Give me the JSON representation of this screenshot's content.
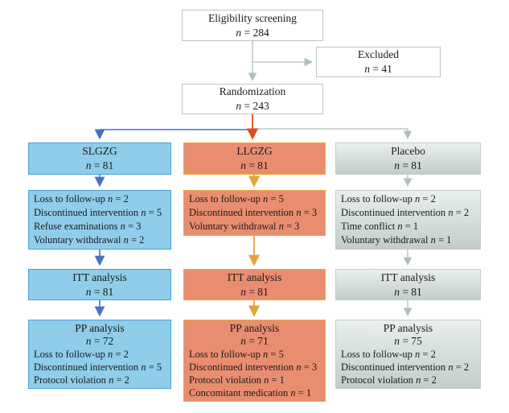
{
  "notation": {
    "n_symbol": "n",
    "equals": " = "
  },
  "colors": {
    "blue_fill": "#8FCDEA",
    "blue_border": "#4BA0D6",
    "blue_arrow": "#4472C4",
    "salmon_fill": "#E98D70",
    "salmon_border": "#EBA93F",
    "amber_arrow": "#E5A33C",
    "red_arrow": "#E04A20",
    "gray_fill_top": "#E9EFED",
    "gray_fill_bottom": "#C2CDCB",
    "gray_border": "#C2CDCB",
    "gray_arrow": "#AFBEBE",
    "plain_border": "#B9C6C6"
  },
  "top": {
    "eligibility": {
      "title": "Eligibility screening",
      "n": "284"
    },
    "excluded": {
      "title": "Excluded",
      "n": "41"
    },
    "randomization": {
      "title": "Randomization",
      "n": "243"
    }
  },
  "columns": [
    {
      "name": "SLGZG",
      "n": "81",
      "theme": "blue",
      "dropouts": [
        {
          "label": "Loss to follow-up",
          "n": "2"
        },
        {
          "label": "Discontinued intervention",
          "n": "5"
        },
        {
          "label": "Refuse examinations",
          "n": "3"
        },
        {
          "label": "Voluntary withdrawal",
          "n": "2"
        }
      ],
      "itt": {
        "title": "ITT analysis",
        "n": "81"
      },
      "pp": {
        "title": "PP analysis",
        "n": "72",
        "items": [
          {
            "label": "Loss to follow-up",
            "n": "2"
          },
          {
            "label": "Discontinued intervention",
            "n": "5"
          },
          {
            "label": "Protocol violation",
            "n": "2"
          }
        ]
      }
    },
    {
      "name": "LLGZG",
      "n": "81",
      "theme": "salmon",
      "dropouts": [
        {
          "label": "Loss to follow-up",
          "n": "5"
        },
        {
          "label": "Discontinued intervention",
          "n": "3"
        },
        {
          "label": "Voluntary withdrawal",
          "n": "3"
        }
      ],
      "itt": {
        "title": "ITT analysis",
        "n": "81"
      },
      "pp": {
        "title": "PP analysis",
        "n": "71",
        "items": [
          {
            "label": "Loss to follow-up",
            "n": "5"
          },
          {
            "label": "Discontinued intervention",
            "n": "3"
          },
          {
            "label": "Protocol violation",
            "n": "1"
          },
          {
            "label": "Concomitant medication",
            "n": "1"
          }
        ]
      }
    },
    {
      "name": "Placebo",
      "n": "81",
      "theme": "gray",
      "dropouts": [
        {
          "label": "Loss to follow-up",
          "n": "2"
        },
        {
          "label": "Discontinued intervention",
          "n": "2"
        },
        {
          "label": "Time conflict",
          "n": "1"
        },
        {
          "label": "Voluntary withdrawal",
          "n": "1"
        }
      ],
      "itt": {
        "title": "ITT analysis",
        "n": "81"
      },
      "pp": {
        "title": "PP analysis",
        "n": "75",
        "items": [
          {
            "label": "Loss to follow-up",
            "n": "2"
          },
          {
            "label": "Discontinued intervention",
            "n": "2"
          },
          {
            "label": "Protocol violation",
            "n": "2"
          }
        ]
      }
    }
  ]
}
